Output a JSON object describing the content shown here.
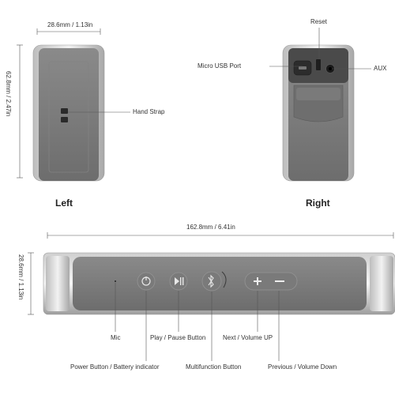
{
  "top_dimensions": {
    "width": "28.6mm / 1.13in",
    "height": "62.8mm / 2.47in"
  },
  "left_view": {
    "title": "Left",
    "hand_strap_label": "Hand Strap"
  },
  "right_view": {
    "title": "Right",
    "reset_label": "Reset",
    "usb_label": "Micro USB Port",
    "aux_label": "AUX"
  },
  "front_view": {
    "length": "162.8mm / 6.41in",
    "height": "28.6mm / 1.13in",
    "labels": {
      "mic": "Mic",
      "play_pause": "Play / Pause Button",
      "next_volume_up": "Next / Volume UP",
      "power": "Power Button / Battery indicator",
      "multifunction": "Multifunction Button",
      "previous_volume_down": "Previous / Volume Down"
    },
    "button_symbols": {
      "play": "▶II",
      "plus": "+",
      "minus": "−"
    }
  }
}
